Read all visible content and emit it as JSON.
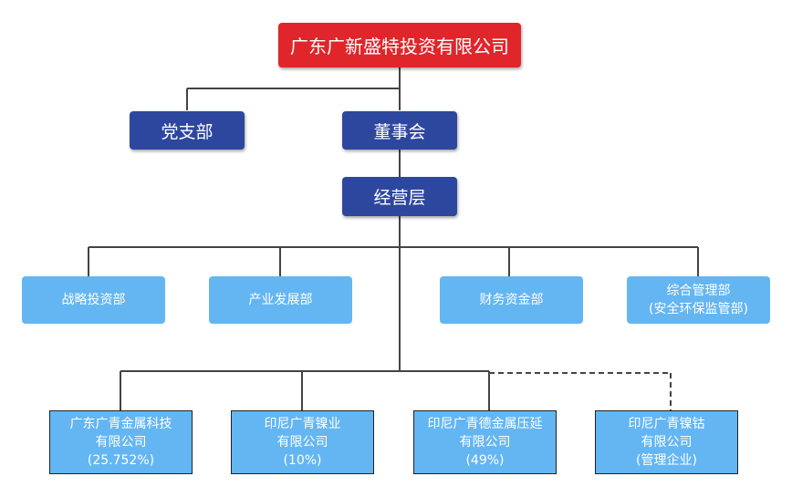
{
  "company": "广东广新盛特投资有限公司",
  "level2": [
    "党支部",
    "董事会"
  ],
  "management": "经营层",
  "departments": [
    {
      "line1": "战略投资部",
      "line2": ""
    },
    {
      "line1": "产业发展部",
      "line2": ""
    },
    {
      "line1": "财务资金部",
      "line2": ""
    },
    {
      "line1": "综合管理部",
      "line2": "(安全环保监管部)"
    }
  ],
  "subsidiaries": [
    {
      "line1": "广东广青金属科技",
      "line2": "有限公司",
      "line3": "(25.752%)"
    },
    {
      "line1": "印尼广青镍业",
      "line2": "有限公司",
      "line3": "(10%)"
    },
    {
      "line1": "印尼广青德金属压延",
      "line2": "有限公司",
      "line3": "(49%)"
    },
    {
      "line1": "印尼广青镍钴",
      "line2": "有限公司",
      "line3": "(管理企业)"
    }
  ],
  "colors": {
    "top": "#e0262b",
    "mid": "#2e479e",
    "light": "#64b6f2",
    "line": "#444444"
  }
}
